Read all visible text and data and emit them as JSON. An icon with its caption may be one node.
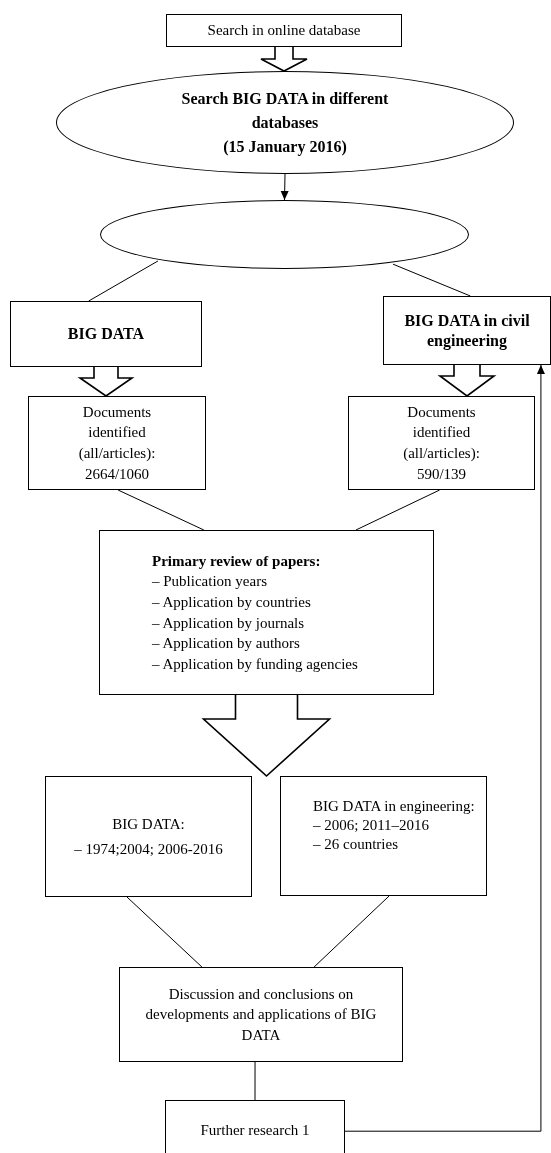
{
  "diagram": {
    "nodes": [
      {
        "text": [
          "Search in online database"
        ]
      },
      {
        "text": [
          "Search BIG DATA in different databases",
          "(15 January 2016)"
        ]
      },
      {
        "text": [],
        "shape": "ellipse"
      },
      {
        "text": [
          "BIG DATA"
        ]
      },
      {
        "text": [
          "BIG DATA in civil engineering"
        ]
      },
      {
        "text": [
          "Documents identified (all/articles): 2664/1060"
        ]
      },
      {
        "text": [
          "Documents identified (all/articles): 590/139"
        ]
      },
      {
        "text": [
          "Primary review of papers:",
          "– Publication years",
          "– Application by countries",
          "– Application by journals",
          "– Application by authors",
          "– Application by funding agencies"
        ]
      },
      {
        "text": [
          "BIG DATA:",
          "– 1974;2004; 2006-2016"
        ]
      },
      {
        "text": [
          "BIG DATA in engineering:",
          "– 2006; 2011–2016",
          "– 26 countries"
        ]
      },
      {
        "text": [
          "Discussion and conclusions on developments and applications of BIG DATA"
        ]
      },
      {
        "text": [
          "Further research 1"
        ]
      }
    ],
    "edges": [
      {
        "from": 0,
        "to": 1,
        "arrow": "to",
        "style": "thick"
      },
      {
        "from": 1,
        "to": 2,
        "arrow": "to"
      },
      {
        "from": 2,
        "to": 3,
        "arrow": "none"
      },
      {
        "from": 2,
        "to": 4,
        "arrow": "none"
      },
      {
        "from": 3,
        "to": 5,
        "arrow": "to",
        "style": "thick"
      },
      {
        "from": 4,
        "to": 6,
        "arrow": "to",
        "style": "thick"
      },
      {
        "from": 5,
        "to": 7,
        "arrow": "none"
      },
      {
        "from": 6,
        "to": 7,
        "arrow": "none"
      },
      {
        "from": 7,
        "to": 8,
        "arrow": "to",
        "style": "thick"
      },
      {
        "from": 7,
        "to": 9,
        "arrow": "to",
        "style": "thick"
      },
      {
        "from": 8,
        "to": 10,
        "arrow": "none"
      },
      {
        "from": 9,
        "to": 10,
        "arrow": "none"
      },
      {
        "from": 10,
        "to": 11,
        "arrow": "none"
      },
      {
        "from": 11,
        "to": 4,
        "arrow": "to"
      }
    ]
  }
}
